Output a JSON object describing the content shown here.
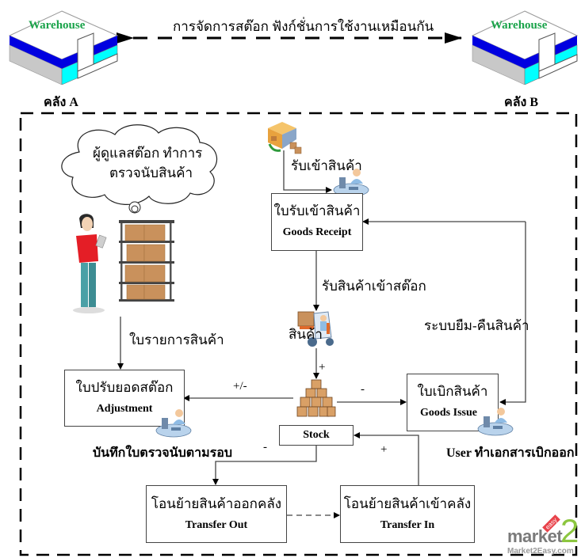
{
  "header": {
    "shared_function_text": "การจัดการสต๊อก ฟังก์ชั่นการใช้งานเหมือนกัน"
  },
  "warehouses": [
    {
      "sign": "Warehouse",
      "label": "คลัง A"
    },
    {
      "sign": "Warehouse",
      "label": "คลัง B"
    }
  ],
  "cloud": {
    "line1": "ผู้ดูแลสต๊อก ทำการ",
    "line2": "ตรวจนับสินค้า"
  },
  "labels": {
    "receive_goods": "รับเข้าสินค้า",
    "receive_into_stock": "รับสินค้าเข้าสต๊อก",
    "goods": "สินค้า",
    "product_list": "ใบรายการสินค้า",
    "borrow_return": "ระบบยืม-คืนสินค้า",
    "record_count": "บันทึกใบตรวจนับตามรอบ",
    "user_issue": "User ทำเอกสารเบิกออก"
  },
  "signs": {
    "adjust": "+/-",
    "plus_stock": "+",
    "minus_issue": "-",
    "minus_transfer": "-",
    "plus_transfer": "+"
  },
  "boxes": {
    "goods_receipt": {
      "th": "ใบรับเข้าสินค้า",
      "en": "Goods Receipt"
    },
    "adjustment": {
      "th": "ใบปรับยอดสต๊อก",
      "en": "Adjustment"
    },
    "goods_issue": {
      "th": "ใบเบิกสินค้า",
      "en": "Goods Issue"
    },
    "stock": {
      "en": "Stock"
    },
    "transfer_out": {
      "th": "โอนย้ายสินค้าออกคลัง",
      "en": "Transfer Out"
    },
    "transfer_in": {
      "th": "โอนย้ายสินค้าเข้าคลัง",
      "en": "Transfer In"
    }
  },
  "watermark": {
    "brand": "market",
    "digit": "2",
    "ribbon": "easy",
    "site": "Market2Easy.com"
  },
  "colors": {
    "warehouse_top": "#ffffff",
    "warehouse_stripe": "#0000e0",
    "warehouse_side": "#00ffff",
    "warehouse_wall": "#c8c8c8",
    "warehouse_text": "#1aa34a",
    "watermark_green": "#8cc63f",
    "watermark_gray": "#7a7a7a",
    "watermark_red": "#e8424a"
  }
}
